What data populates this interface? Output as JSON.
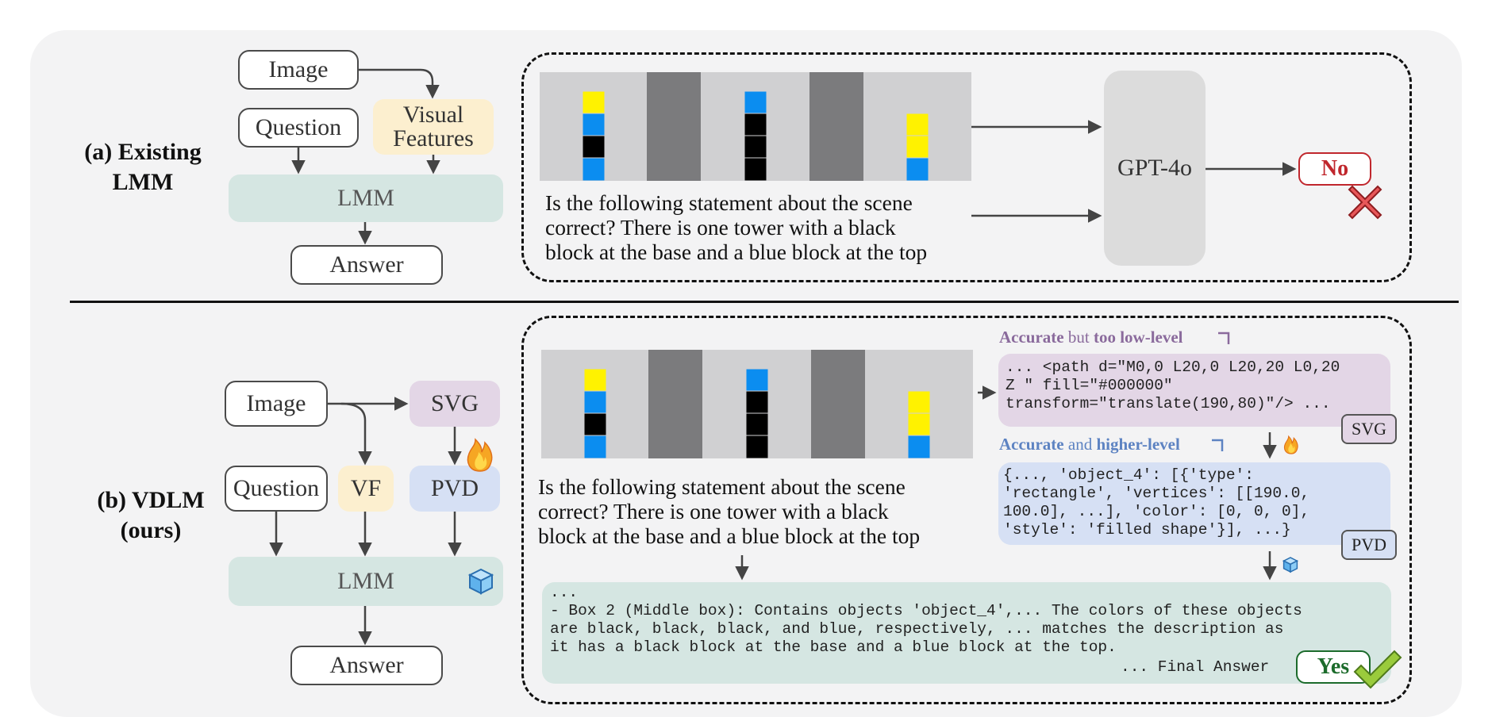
{
  "colors": {
    "lmm": "#d5e6e2",
    "visual_features": "#fcefcf",
    "svg": "#e3d6e6",
    "pvd": "#d6e0f4",
    "no": "#c0272d",
    "yes": "#1c6b2b",
    "accurate_purple": "#8a6a9c",
    "accurate_blue": "#5d83c2"
  },
  "top": {
    "section_label": [
      "(a) Existing",
      "LMM"
    ],
    "image": "Image",
    "question": "Question",
    "visual_features": [
      "Visual",
      "Features"
    ],
    "lmm": "LMM",
    "answer": "Answer",
    "question_text": "Is the following statement about the scene\ncorrect? There is one tower with a black\nblock at the base and a blue block at the top",
    "gpt": "GPT-4o",
    "result": "No",
    "result_icon": "cross-icon"
  },
  "bottom": {
    "section_label": [
      "(b) VDLM",
      "(ours)"
    ],
    "image": "Image",
    "svg": "SVG",
    "question": "Question",
    "vf": "VF",
    "pvd": "PVD",
    "lmm": "LMM",
    "answer": "Answer",
    "question_text": "Is the following statement about the scene\ncorrect? There is one tower with a black\nblock at the base and a blue block at the top",
    "svg_caption": {
      "accurate": "Accurate",
      "mid": " but ",
      "level": "too low-level"
    },
    "svg_code": "... <path d=\"M0,0 L20,0 L20,20 L0,20\nZ \" fill=\"#000000\"\ntransform=\"translate(190,80)\"/> ...",
    "svg_tag": "SVG",
    "pvd_caption": {
      "accurate": "Accurate",
      "mid": " and ",
      "level": "higher-level"
    },
    "pvd_code": "{..., 'object_4': [{'type':\n'rectangle', 'vertices': [[190.0,\n100.0], ...], 'color': [0, 0, 0],\n'style': 'filled shape'}], ...}",
    "pvd_tag": "PVD",
    "reasoning": "...\n- Box 2 (Middle box): Contains objects 'object_4',... The colors of these objects\nare black, black, black, and blue, respectively, ... matches the description as\nit has a black block at the base and a blue block at the top.",
    "final_answer": "... Final Answer",
    "result": "Yes",
    "result_icon": "checkmark-icon",
    "trainable_icon": "fire-icon",
    "frozen_icon": "ice-cube-icon"
  }
}
